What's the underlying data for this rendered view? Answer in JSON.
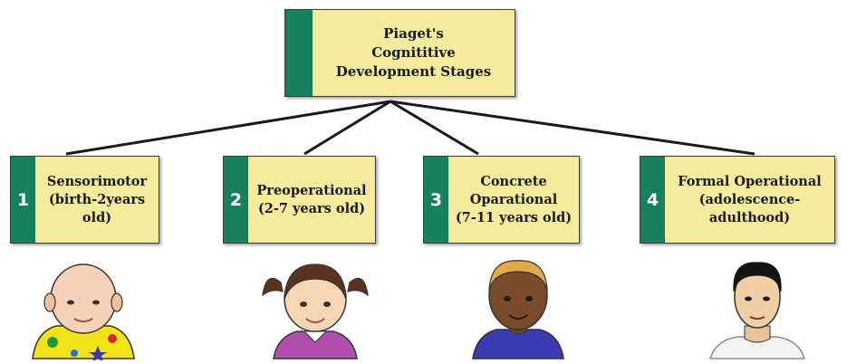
{
  "title": {
    "text": "Piaget's\nCognititive\nDevelopment Stages"
  },
  "stages": [
    {
      "number": "1",
      "label": "Sensorimotor\n(birth-2years\nold)",
      "figure": "baby-illustration"
    },
    {
      "number": "2",
      "label": "Preoperational\n(2-7 years old)",
      "figure": "young-girl-illustration"
    },
    {
      "number": "3",
      "label": "Concrete\nOparational\n(7-11 years old)",
      "figure": "child-illustration"
    },
    {
      "number": "4",
      "label": "Formal Operational\n(adolescence-\nadulthood)",
      "figure": "adult-man-illustration"
    }
  ],
  "colors": {
    "box_fill": "#f4ec9c",
    "tab_fill": "#17805f",
    "tab_text": "#ffffff",
    "connector": "#1a1a1a"
  }
}
